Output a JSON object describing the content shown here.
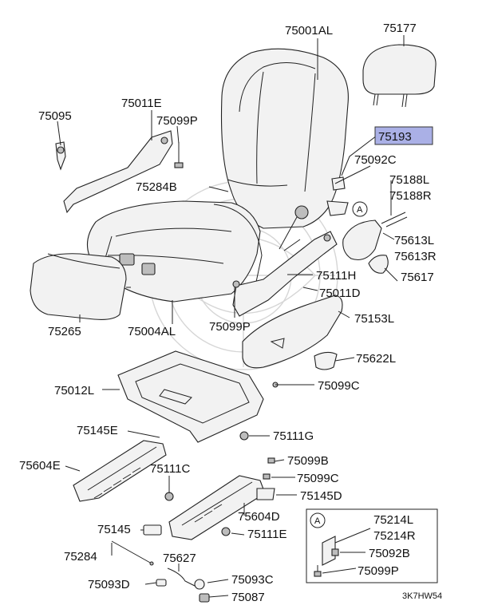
{
  "labels": {
    "l75001AL": "75001AL",
    "l75177": "75177",
    "l75095": "75095",
    "l75011E": "75011E",
    "l75099P_top": "75099P",
    "l75193": "75193",
    "l75092C": "75092C",
    "l75188L": "75188L",
    "l75188R": "75188R",
    "l75284B": "75284B",
    "l75613L": "75613L",
    "l75613R": "75613R",
    "l75617": "75617",
    "l75111H": "75111H",
    "l75011D": "75011D",
    "l75265": "75265",
    "l75004AL": "75004AL",
    "l75099P_mid": "75099P",
    "l75153L": "75153L",
    "l75622L": "75622L",
    "l75012L": "75012L",
    "l75099C_mid": "75099C",
    "l75145E": "75145E",
    "l75111G": "75111G",
    "l75604E": "75604E",
    "l75111C": "75111C",
    "l75099B": "75099B",
    "l75099C_low": "75099C",
    "l75145D": "75145D",
    "l75604D": "75604D",
    "l75145": "75145",
    "l75111E": "75111E",
    "l75284": "75284",
    "l75627": "75627",
    "l75093C": "75093C",
    "l75093D": "75093D",
    "l75087": "75087"
  },
  "inset": {
    "marker": "A",
    "l75214L": "75214L",
    "l75214R": "75214R",
    "l75092B": "75092B",
    "l75099P": "75099P"
  },
  "marker_a": "A",
  "diagram_code": "3K7HW54",
  "highlight_color": "#aab0e6"
}
